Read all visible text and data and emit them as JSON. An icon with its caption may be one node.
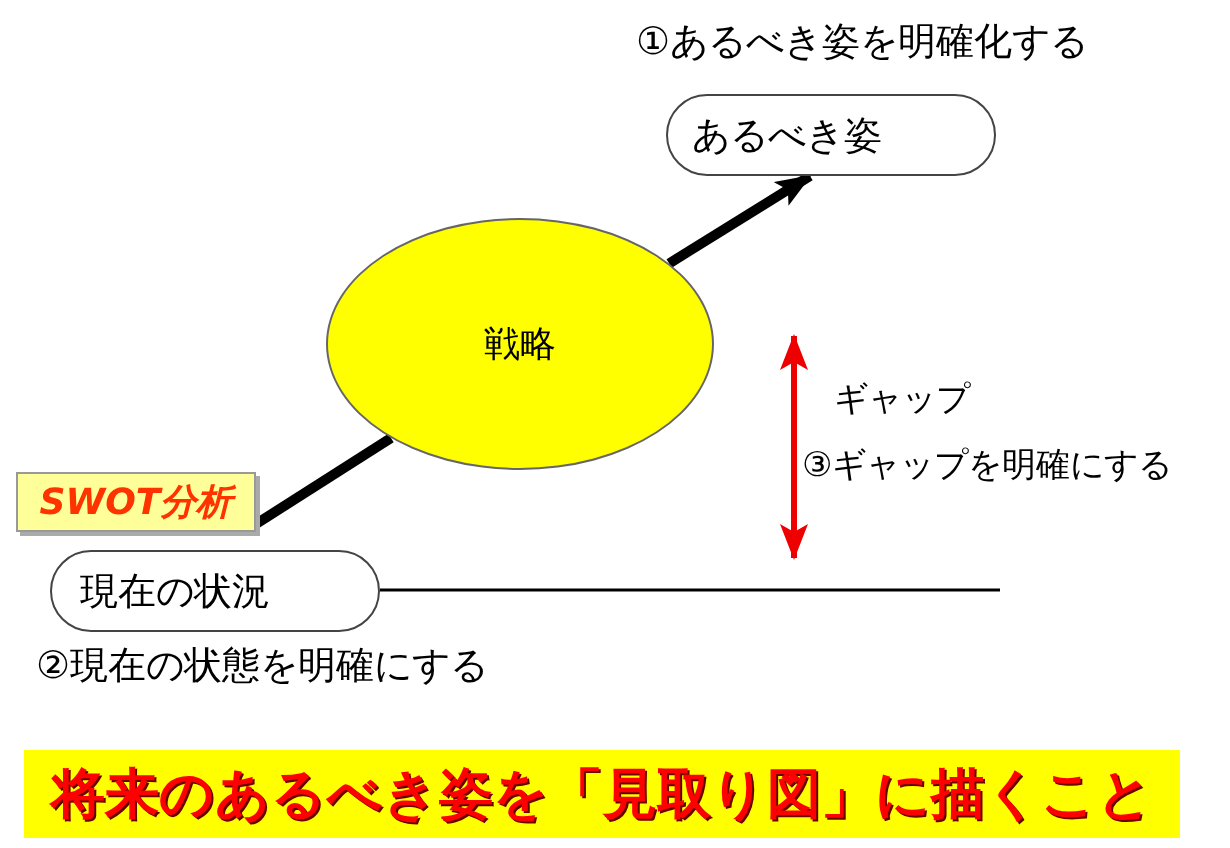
{
  "diagram": {
    "caption": "将来のあるべき姿を「見取り図」に描くこと",
    "nodes": [
      {
        "text": [
          "あるべき姿"
        ],
        "beside": [
          "①あるべき姿を明確化する"
        ]
      },
      {
        "text": [
          "戦略"
        ]
      },
      {
        "text": [
          "SWOT分析"
        ]
      },
      {
        "text": [
          "現在の状況"
        ],
        "beside": [
          "②現在の状態を明確にする"
        ]
      }
    ],
    "edges": [
      {
        "from": 2,
        "to": 1,
        "arrow": "none"
      },
      {
        "from": 1,
        "to": 0,
        "arrow": "to"
      }
    ],
    "labels": [
      "ギャップ",
      "③ギャップを明確にする"
    ]
  }
}
